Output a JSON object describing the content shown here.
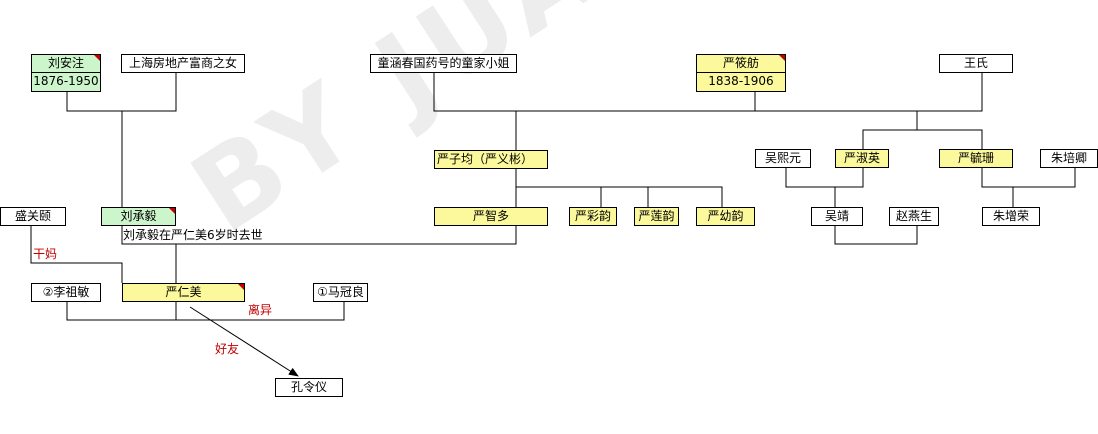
{
  "watermark": "BY JUANA",
  "colors": {
    "male_line": "#ccf5cc",
    "female_line": "#fbf99c",
    "relation_text": "#c00000"
  },
  "people": {
    "liu_anzhu": {
      "name": "刘安注",
      "years": "1876-1950"
    },
    "shanghai_wife": {
      "name": "上海房地产富商之女"
    },
    "tong_lady": {
      "name": "童涵春国药号的童家小姐"
    },
    "yan_xiaofang": {
      "name": "严筱舫",
      "years": "1838-1906"
    },
    "wang_shi": {
      "name": "王氏"
    },
    "yan_zijun": {
      "name": "严子均（严义彬）"
    },
    "wu_xiyuan": {
      "name": "吴熙元"
    },
    "yan_shuying": {
      "name": "严淑英"
    },
    "yan_yushan": {
      "name": "严毓珊"
    },
    "zhu_peiqing": {
      "name": "朱培卿"
    },
    "sheng_guanyi": {
      "name": "盛关颐"
    },
    "liu_chengyi": {
      "name": "刘承毅"
    },
    "yan_zhiduo": {
      "name": "严智多"
    },
    "yan_caiyun": {
      "name": "严彩韵"
    },
    "yan_lianyun": {
      "name": "严莲韵"
    },
    "yan_youyun": {
      "name": "严幼韵"
    },
    "wu_jing": {
      "name": "吴靖"
    },
    "zhao_yansheng": {
      "name": "赵燕生"
    },
    "zhu_zengrong": {
      "name": "朱增荣"
    },
    "li_zumin": {
      "name": "②李祖敏"
    },
    "yan_renmei": {
      "name": "严仁美"
    },
    "ma_guanliang": {
      "name": "①马冠良"
    },
    "kong_lingyi": {
      "name": "孔令仪"
    }
  },
  "notes": {
    "liu_death": "刘承毅在严仁美6岁时去世",
    "godmother": "干妈",
    "divorce": "离异",
    "friend": "好友"
  }
}
